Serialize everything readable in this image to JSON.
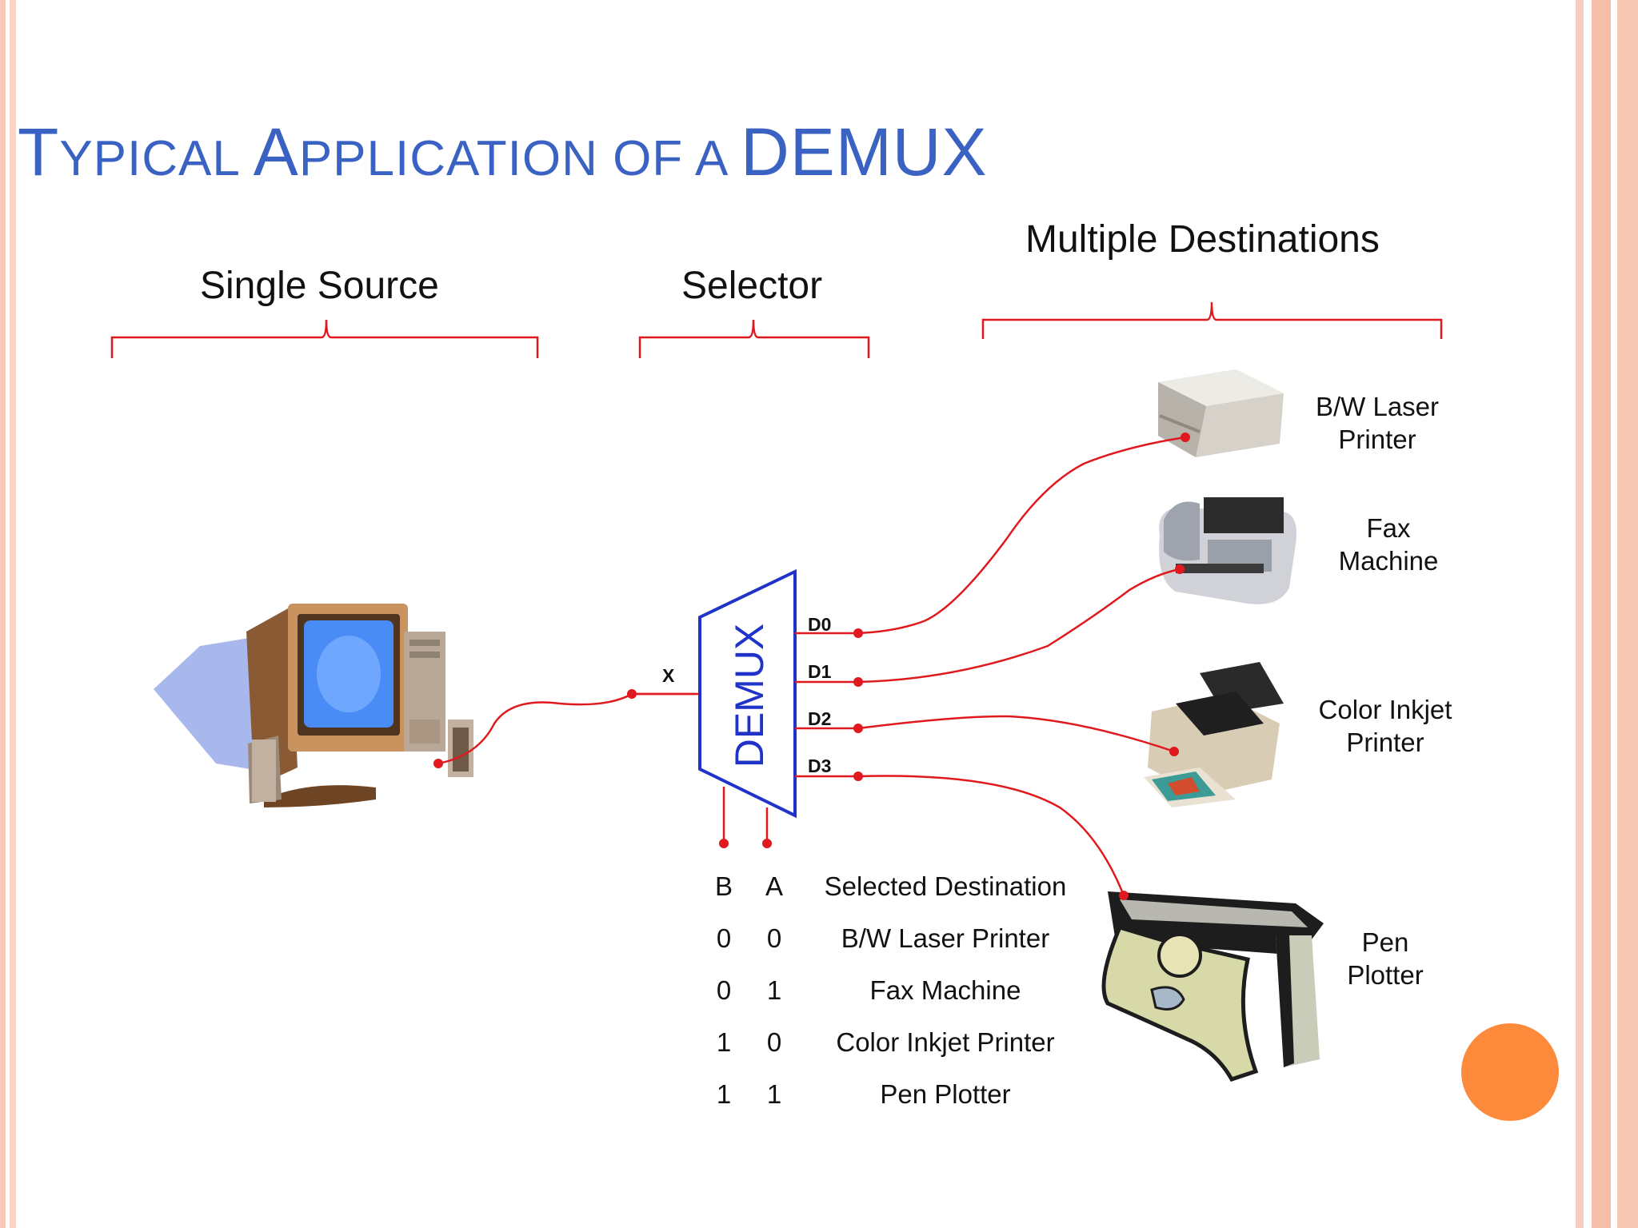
{
  "slide": {
    "title_parts": [
      "T",
      "YPICAL ",
      "A",
      "PPLICATION OF A ",
      "DEMUX"
    ]
  },
  "sections": {
    "source": "Single Source",
    "selector": "Selector",
    "destinations": "Multiple Destinations"
  },
  "demux": {
    "label": "DEMUX",
    "input": "X",
    "outputs": [
      "D0",
      "D1",
      "D2",
      "D3"
    ]
  },
  "devices": {
    "laser": [
      "B/W Laser",
      "Printer"
    ],
    "fax": [
      "Fax",
      "Machine"
    ],
    "inkjet": [
      "Color Inkjet",
      "Printer"
    ],
    "plotter": [
      "Pen",
      "Plotter"
    ]
  },
  "table": {
    "headers": [
      "B",
      "A",
      "Selected Destination"
    ],
    "rows": [
      [
        "0",
        "0",
        "B/W Laser Printer"
      ],
      [
        "0",
        "1",
        "Fax Machine"
      ],
      [
        "1",
        "0",
        "Color Inkjet Printer"
      ],
      [
        "1",
        "1",
        "Pen Plotter"
      ]
    ]
  },
  "colors": {
    "title": "#3a62c3",
    "wire": "#e0191e",
    "demux": "#1f33c8",
    "accent_dot": "#fd8a3a"
  }
}
